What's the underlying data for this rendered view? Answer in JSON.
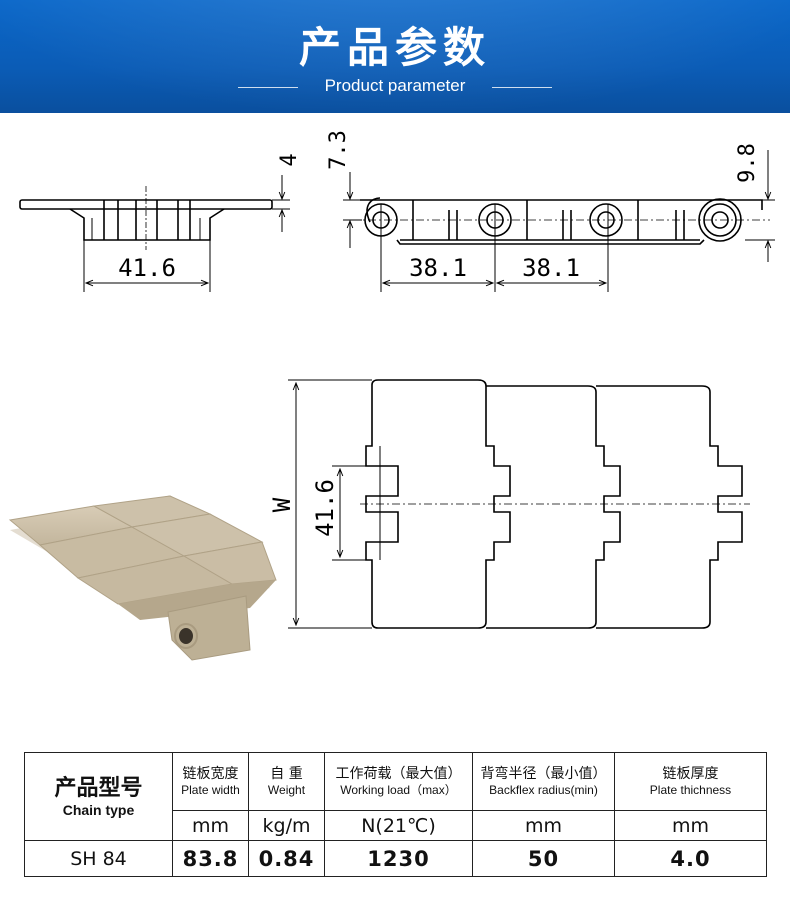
{
  "header": {
    "title": "产品参数",
    "subtitle": "Product parameter"
  },
  "drawing": {
    "side_thickness": "4",
    "side_width": "41.6",
    "top_height": "7.3",
    "total_height": "9.8",
    "pitch_1": "38.1",
    "pitch_2": "38.1",
    "plan_width_label": "W",
    "plan_tab_width": "41.6"
  },
  "table": {
    "model_header_zh": "产品型号",
    "model_header_en": "Chain type",
    "columns": [
      {
        "zh": "链板宽度",
        "en": "Plate width",
        "unit": "mm",
        "value": "83.8"
      },
      {
        "zh": "自 重",
        "en": "Weight",
        "unit": "kg/m",
        "value": "0.84"
      },
      {
        "zh": "工作荷载（最大值）",
        "en": "Working load（max）",
        "unit": "N(21℃)",
        "value": "1230"
      },
      {
        "zh": "背弯半径（最小值）",
        "en": "Backflex radius(min)",
        "unit": "mm",
        "value": "50"
      },
      {
        "zh": "链板厚度",
        "en": "Plate thichness",
        "unit": "mm",
        "value": "4.0"
      }
    ],
    "model_value": "SH 84"
  },
  "colors": {
    "banner": "#0b5cb6",
    "plate": "#c9bca4"
  }
}
